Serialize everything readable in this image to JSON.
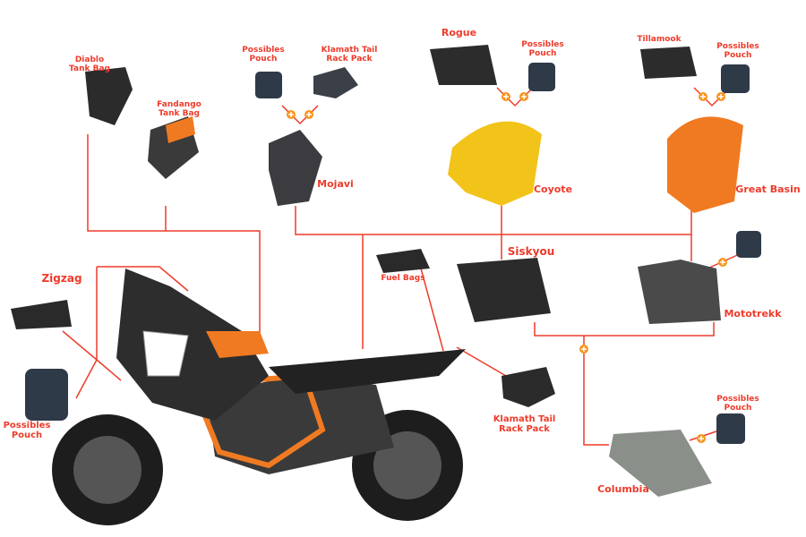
{
  "accent_color": "#ee3b2a",
  "products": {
    "diablo": "Diablo\nTank Bag",
    "fandango": "Fandango\nTank Bag",
    "pouch_mojavi": "Possibles\nPouch",
    "klamath_top": "Klamath Tail\nRack Pack",
    "mojavi": "Mojavi",
    "rogue": "Rogue",
    "pouch_coyote": "Possibles\nPouch",
    "coyote": "Coyote",
    "tillamook": "Tillamook",
    "pouch_basin": "Possibles\nPouch",
    "great_basin": "Great Basin",
    "siskyou": "Siskyou",
    "fuel_bags": "Fuel Bags",
    "mototrekk": "Mototrekk",
    "zigzag": "Zigzag",
    "pouch_left": "Possibles\nPouch",
    "klamath_bottom": "Klamath Tail\nRack Pack",
    "columbia": "Columbia",
    "pouch_columbia": "Possibles\nPouch"
  },
  "icons": {
    "plus": "plus-circle-icon"
  }
}
